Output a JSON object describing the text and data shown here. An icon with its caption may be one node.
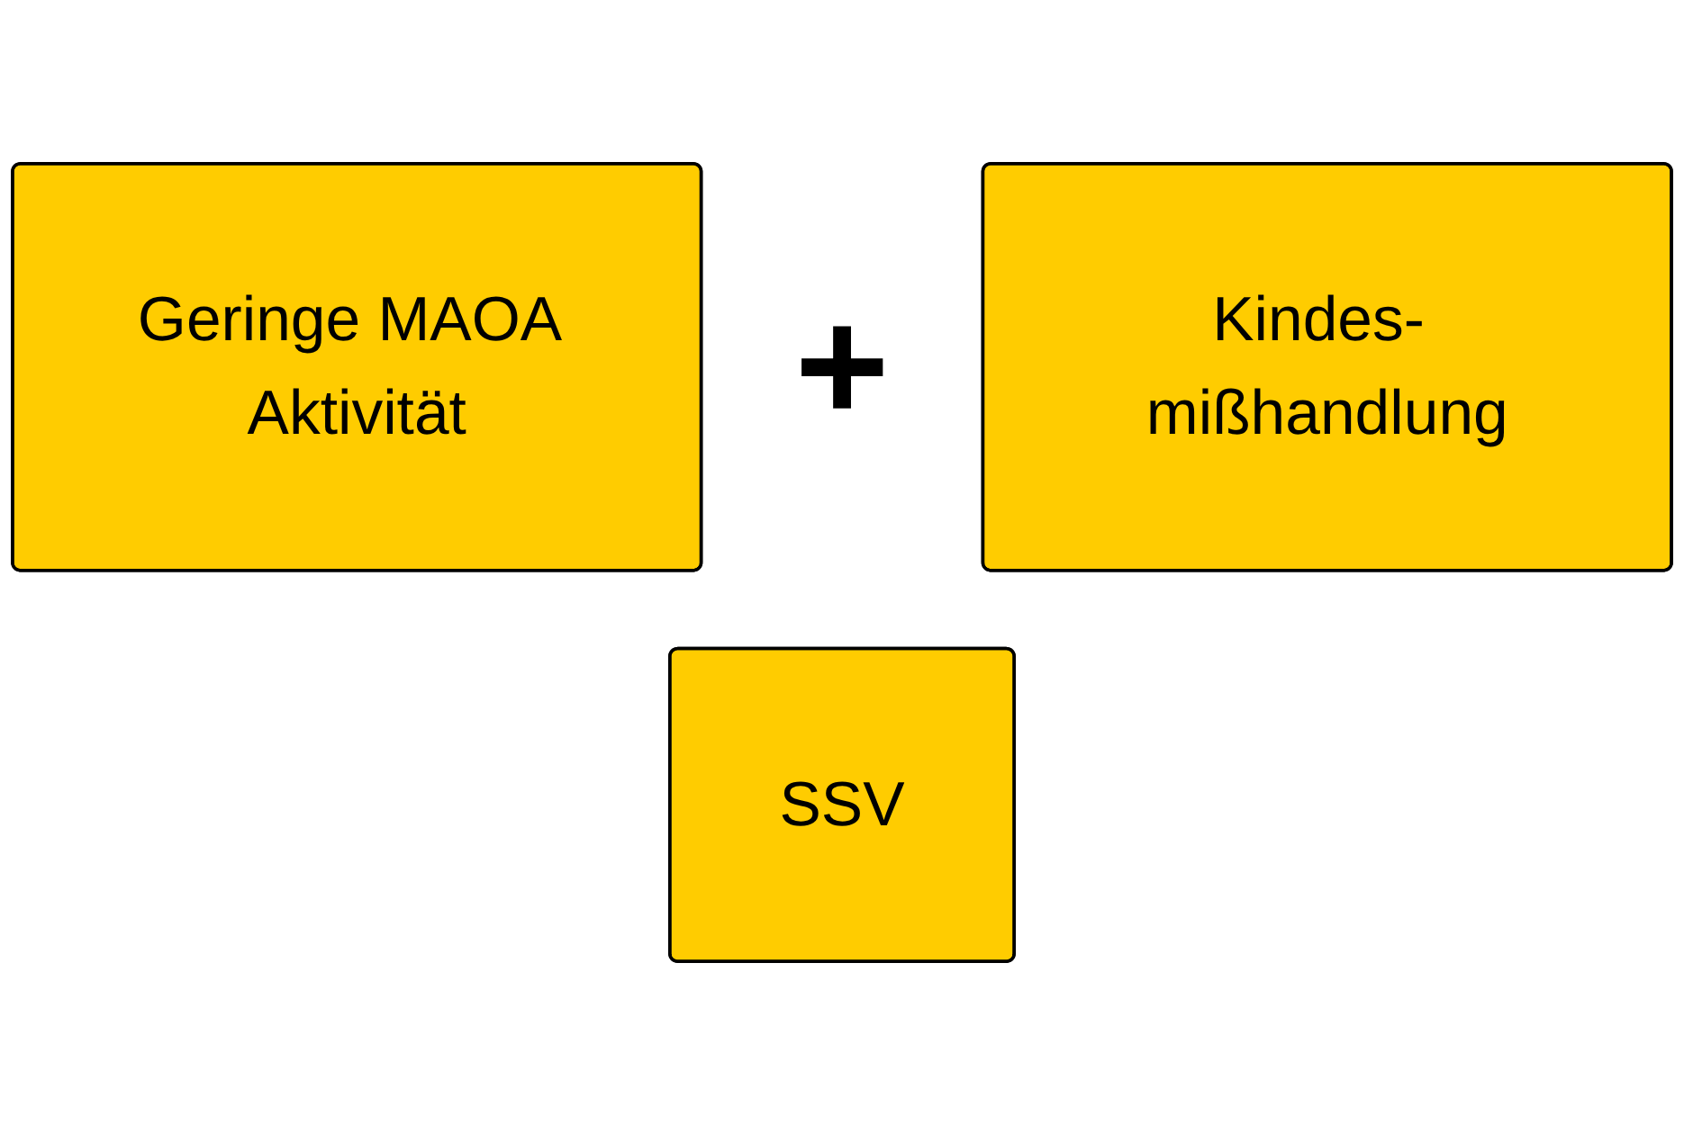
{
  "diagram": {
    "nodes": [
      {
        "text": [
          "Geringe MAOA Aktivität"
        ]
      },
      {
        "text": [
          "Kindes- mißhandlung"
        ]
      },
      {
        "text": [
          "SSV"
        ]
      }
    ],
    "labels": [
      "+"
    ]
  }
}
